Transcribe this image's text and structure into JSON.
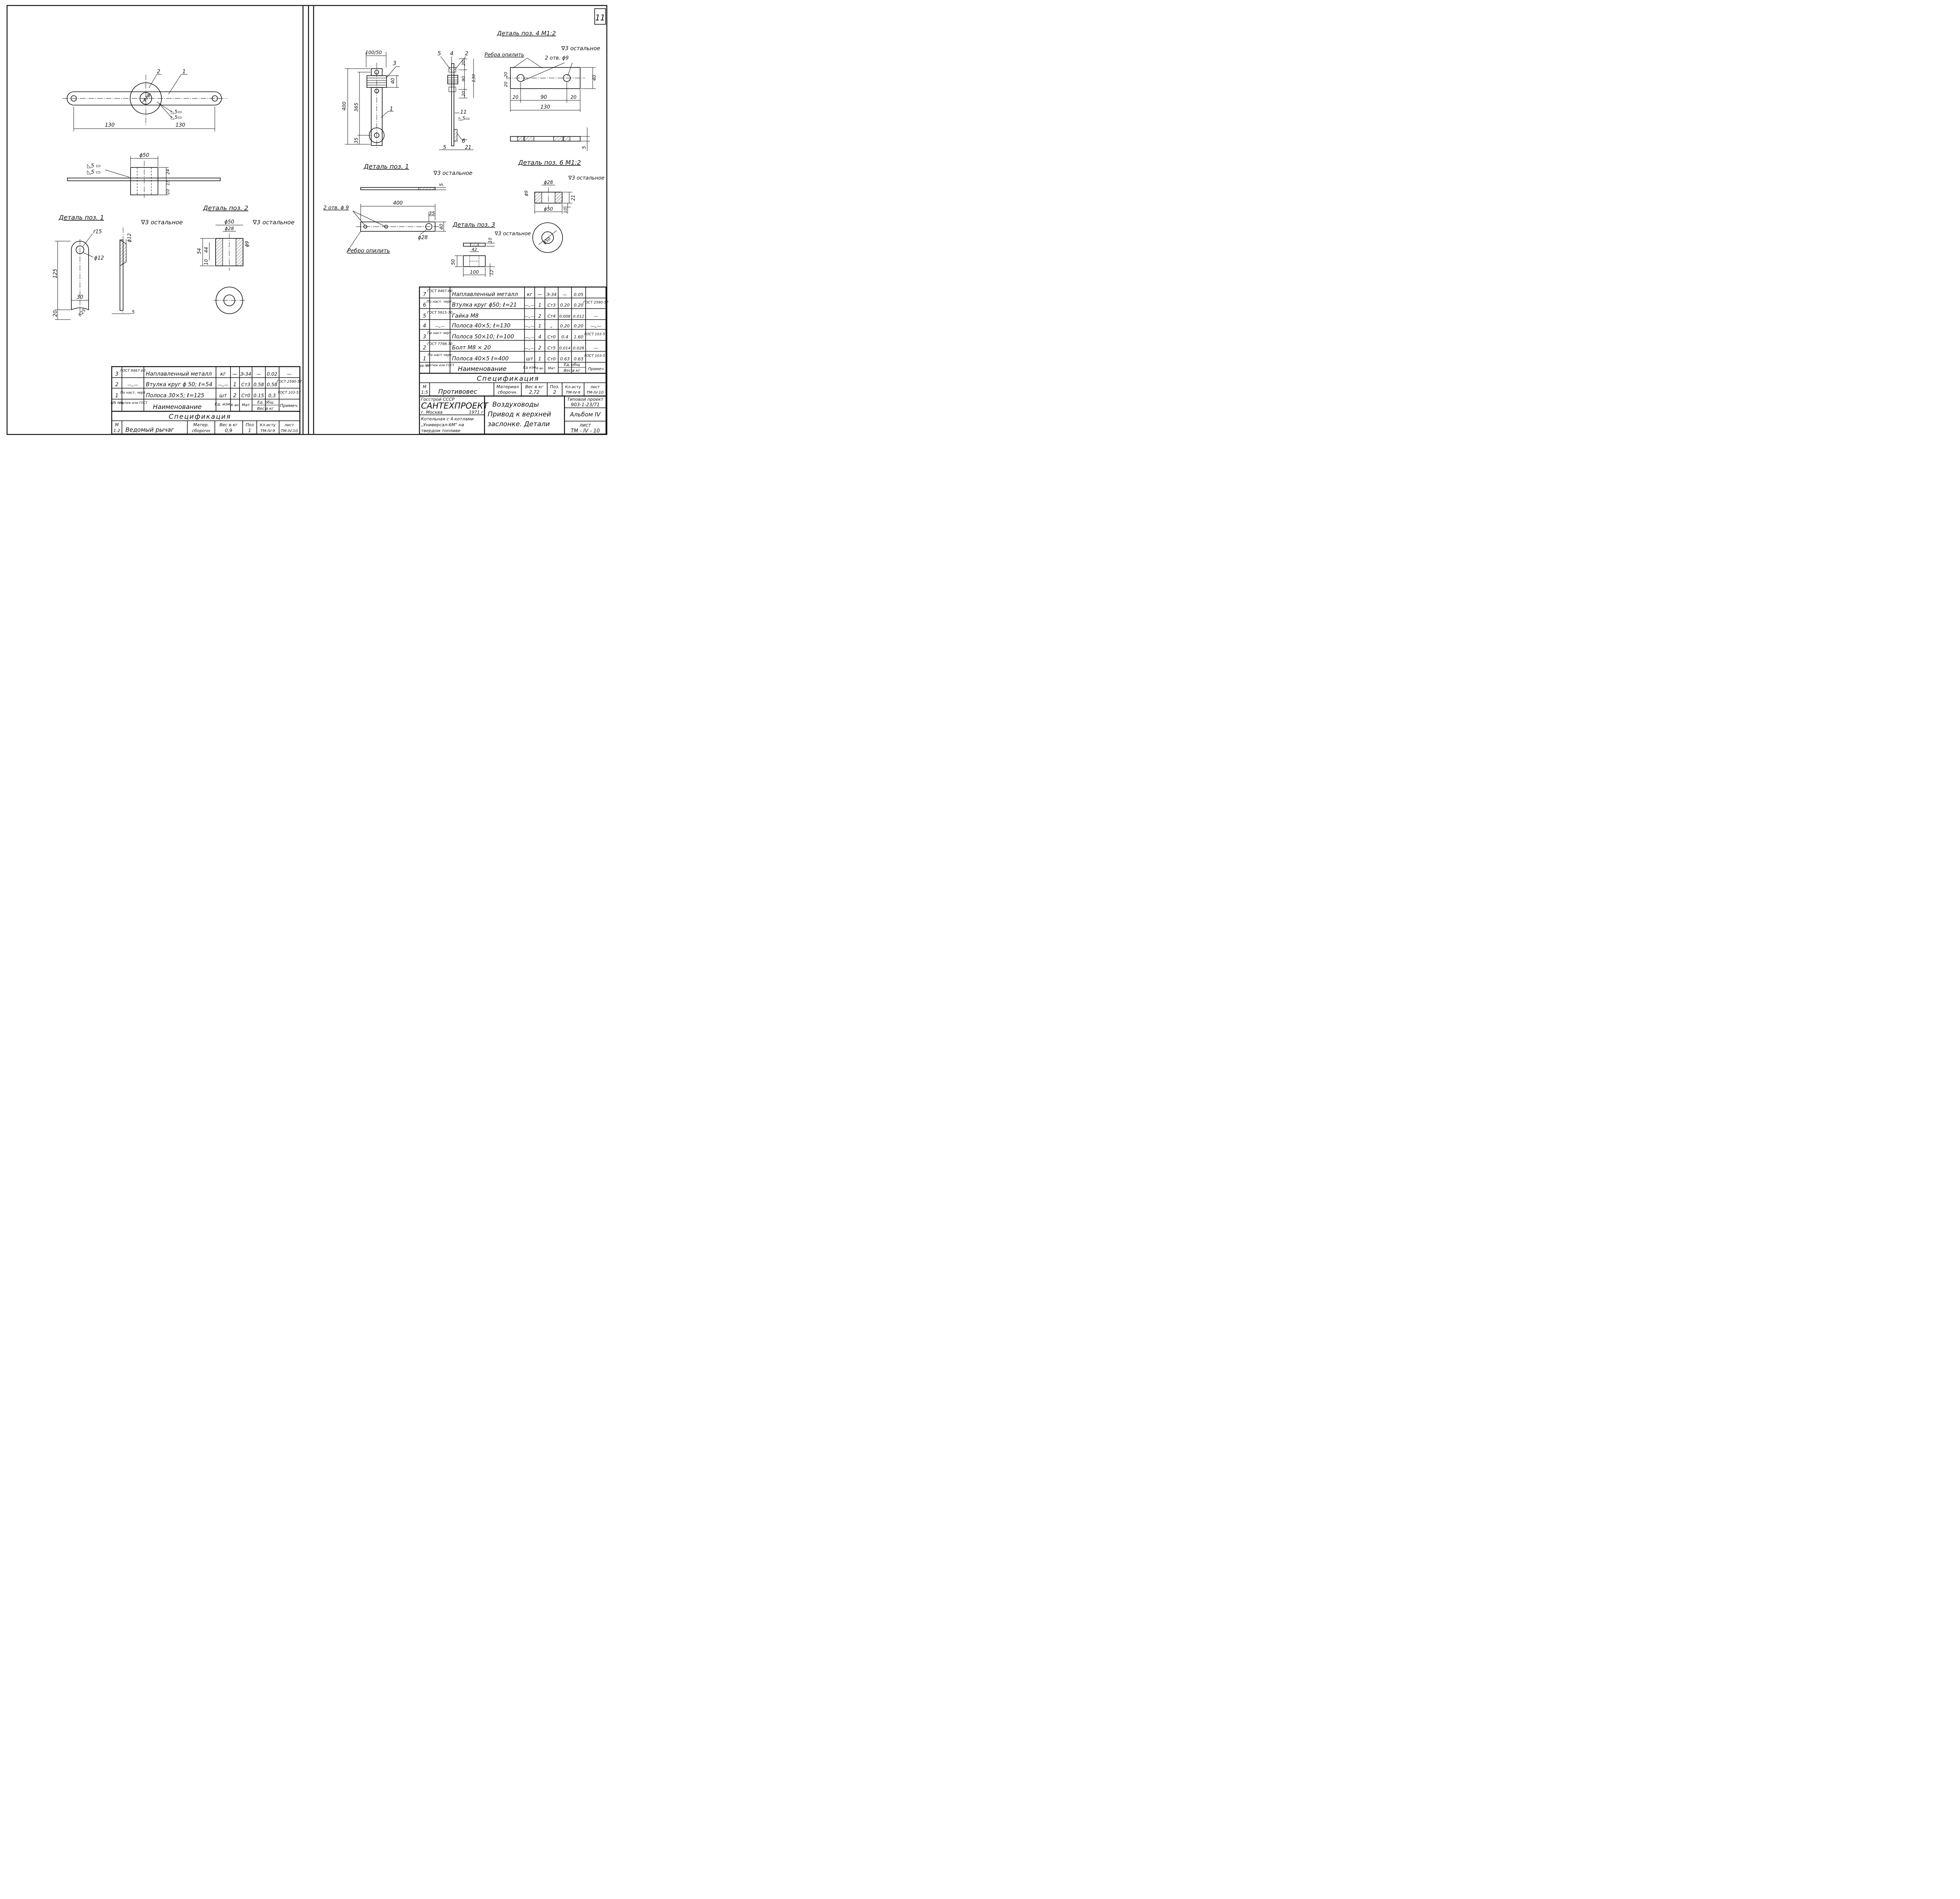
{
  "sheet_no": "11",
  "left": {
    "lever": {
      "pos_1": "1",
      "pos_2": "2",
      "bore": "ϕ28",
      "weld_a": "◺5▭",
      "weld_b": "◺5▭",
      "dim_left": "130",
      "dim_right": "130"
    },
    "section": {
      "dia": "ϕ50",
      "weld_a": "◺5 ▭",
      "weld_b": "◺5 ▭",
      "d24": "24",
      "d15": "15",
      "d10": "10"
    },
    "pos1": {
      "title": "Деталь поз. 1",
      "rough": "∇3 остальное",
      "r15": "ṙ15",
      "d12": "ϕ12",
      "d12b": "ϕ12",
      "d125": "125",
      "d30": "30",
      "d20": "20",
      "r25": "R25",
      "d5": "5"
    },
    "pos2": {
      "title": "Деталь поз. 2",
      "rough": "∇3 остальное",
      "d50": "ϕ50",
      "d28": "ϕ28",
      "d54": "54",
      "d44": "44",
      "d10": "10",
      "d9": "ϕ9"
    },
    "spec": {
      "rows": [
        {
          "n": "3",
          "doc": "ГОСТ 9467-60",
          "name": "Наплавленный металл",
          "unit": "кг",
          "qty": "—",
          "mat": "Э-34",
          "w1": "—",
          "w2": "0.02",
          "note": "—"
        },
        {
          "n": "2",
          "doc": "—„—",
          "name": "Втулка круг ϕ 50; ℓ=54",
          "unit": "—„—",
          "qty": "1",
          "mat": "Ст3",
          "w1": "0.58",
          "w2": "0.58",
          "note": "ГОСТ 2590-57"
        },
        {
          "n": "1",
          "doc": "По наст. черт",
          "name": "Полоса 30×5;   ℓ=125",
          "unit": "шт",
          "qty": "2",
          "mat": "Ст0",
          "w1": "0.15",
          "w2": "0,3",
          "note": "ГОСТ 103-57"
        }
      ],
      "header": {
        "n": "NN п/п",
        "doc": "Чертеж или ГОСТ",
        "name": "Наименование",
        "unit": "Ед. изм.",
        "qty": "К-во",
        "mat": "Мат",
        "w": "Ед. общ",
        "w_sub": "Вес в кг",
        "note": "Примеч."
      },
      "title": "Спецификация",
      "footer": {
        "scale_l": "М",
        "scale": "1:2",
        "object": "Ведомый рычаг",
        "mat_l": "Матер.",
        "mat": "сборочн",
        "mass_l": "Вес в кг",
        "mass": "0,9",
        "pos_l": "Поз",
        "pos": "1",
        "k_l": "Кл.исту",
        "k": "ТМ-IV-9",
        "sheet_l": "лист",
        "sheet": "ТМ-IV-10"
      }
    }
  },
  "right": {
    "assembly": {
      "d100_50": "100/50",
      "p3": "3",
      "p1": "1",
      "d40": "40",
      "d400": "400",
      "d365": "365",
      "d35": "35",
      "s5": "5",
      "s4": "4",
      "s2": "2",
      "s20": "20",
      "s90": "90",
      "s130": "130",
      "s20b": "20",
      "s11": "11",
      "weld": "◺5▭",
      "s6": "6",
      "s5b": "5",
      "s21": "21"
    },
    "pos4": {
      "title": "Деталь поз. 4    М1:2",
      "rough": "∇3 остальное",
      "ribs": "Ребра опилить",
      "holes": "2 отв. ϕ9",
      "d20_20": "20 . 20",
      "d40": "40",
      "d20a": "20",
      "d90": "90",
      "d20b": "20",
      "d130": "130",
      "d5": "5"
    },
    "pos1": {
      "title": "Деталь поз. 1",
      "rough": "∇3  остальное",
      "d5": "5",
      "d400": "400",
      "holes": "2 отв. ϕ 9",
      "d35": "35",
      "d40": "40",
      "d28": "ϕ28",
      "ribs": "Ребро опилить"
    },
    "pos3": {
      "title": "Деталь поз. 3",
      "rough": "∇3 остальное",
      "d10": "10",
      "d42": "42",
      "d50": "50",
      "d100": "100",
      "d12": "12"
    },
    "pos6": {
      "title": "Деталь поз. 6  М1:2",
      "rough": "∇3 остальное",
      "d28": "ϕ28",
      "d9": "ϕ9",
      "d21": "21",
      "d50": "ϕ50",
      "d10": "10",
      "d50c": "ϕ50"
    },
    "spec": {
      "rows": [
        {
          "n": "7",
          "doc": "ГОСТ 9467-60",
          "name": "Наплавленный металл",
          "unit": "кг",
          "qty": "—",
          "mat": "Э-34",
          "w1": "—",
          "w2": "0.05",
          "note": ""
        },
        {
          "n": "6",
          "doc": "По наст. черт.",
          "name": "Втулка круг ϕ50;  ℓ=21",
          "unit": "—„—",
          "qty": "1",
          "mat": "Ст3",
          "w1": "0.20",
          "w2": "0.20",
          "note": "ГОСТ 2590-57"
        },
        {
          "n": "5",
          "doc": "ГОСТ 5915-70",
          "name": "Гайка  М8",
          "unit": "—„—",
          "qty": "2",
          "mat": "Ст4",
          "w1": "0.006",
          "w2": "0.012",
          "note": "—"
        },
        {
          "n": "4",
          "doc": "—„—",
          "name": "Полоса 40×5;    ℓ=130",
          "unit": "—„—",
          "qty": "1",
          "mat": "„",
          "w1": "0.20",
          "w2": "0.20",
          "note": "—„—"
        },
        {
          "n": "3",
          "doc": "По наст черт.",
          "name": "Полоса  50×10;  ℓ=100",
          "unit": "—„—",
          "qty": "4",
          "mat": "Ст0",
          "w1": "0.4",
          "w2": "1.60",
          "note": "ГОСТ 103-57"
        },
        {
          "n": "2",
          "doc": "ГОСТ 7798-70",
          "name": "Болт    М8 × 20",
          "unit": "—„—",
          "qty": "2",
          "mat": "Ст5",
          "w1": "0.014",
          "w2": "0.028",
          "note": "—"
        },
        {
          "n": "1",
          "doc": "По наст черт",
          "name": "Полоса  40×5   ℓ=400",
          "unit": "шт",
          "qty": "1",
          "mat": "Ст0",
          "w1": "0.63",
          "w2": "0.63",
          "note": "ГОСТ 103-57"
        }
      ],
      "header": {
        "n": "NN п/п",
        "doc": "Чертеж или ГОСТ",
        "name": "Наименование",
        "unit": "Ед изм",
        "qty": "К-во",
        "mat": "Мат",
        "w": "Ед. общ",
        "w_sub": "Вес в кг",
        "note": "Примеч"
      },
      "title": "Спецификация",
      "footer": {
        "scale_l": "М",
        "scale": "1:5",
        "object": "Противовес",
        "mat_l": "Материал",
        "mat": "сборочн.",
        "mass_l": "Вес в кг",
        "mass": "2,72",
        "pos_l": "Поз.",
        "pos": "2",
        "k_l": "Кл.исту",
        "k": "ТМ-IV-9",
        "sheet_l": "лист",
        "sheet": "ТМ-IV-10"
      }
    },
    "titleblock": {
      "org1": "Госстрой       СССР",
      "org2": "САНТЕХПРОЕКТ",
      "city": "г. Москва",
      "year": "1971 г",
      "obj1": "Котельная с 4 котлами",
      "obj2": "„Универсал-6М\" на",
      "obj3": "твердом топливе",
      "name1": "Воздуховоды",
      "name2": "Привод к верхней",
      "name3": "заслонке. Детали",
      "type_l": "Типовой проект",
      "type": "903-1-23/71",
      "album": "Альбом  IV",
      "sheet_l": "лист",
      "sheet": "ТМ - IV - 10"
    }
  }
}
